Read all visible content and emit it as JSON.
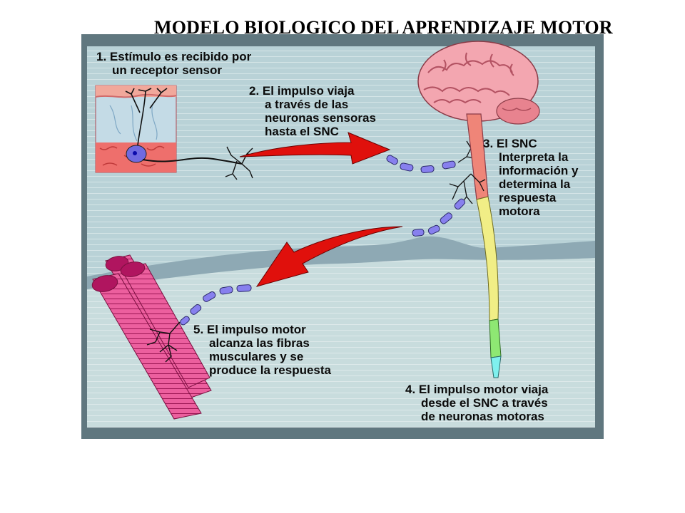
{
  "title": "MODELO BIOLOGICO DEL APRENDIZAJE MOTOR",
  "steps": [
    {
      "num": "1.",
      "lines": [
        "Estímulo es recibido por",
        "un receptor sensor"
      ]
    },
    {
      "num": "2.",
      "lines": [
        "El impulso viaja",
        "a través de las",
        "neuronas sensoras",
        "hasta el SNC"
      ]
    },
    {
      "num": "3.",
      "lines": [
        "El SNC",
        "Interpreta la",
        "información y",
        "determina la",
        "respuesta",
        "motora"
      ]
    },
    {
      "num": "4.",
      "lines": [
        "El impulso motor viaja",
        "desde el SNC a través",
        "de neuronas motoras"
      ]
    },
    {
      "num": "5.",
      "lines": [
        "El impulso motor",
        "alcanza las fibras",
        "musculares y se",
        "produce la respuesta"
      ]
    }
  ],
  "colors": {
    "panel_bg": "#b7d0d5",
    "lower_bg": "#c9dcdd",
    "hill": "#8ea9b4",
    "arrow": "#e0100c",
    "brain": "#f3a6b0",
    "muscle": "#ec5f9e",
    "axon": "#8780ee",
    "spinal_cord": "#f1ee86"
  },
  "icons": [
    "receptor-icon",
    "brain-icon",
    "spinal-cord-icon",
    "muscle-fibers-icon",
    "neuron-chain-icon"
  ]
}
